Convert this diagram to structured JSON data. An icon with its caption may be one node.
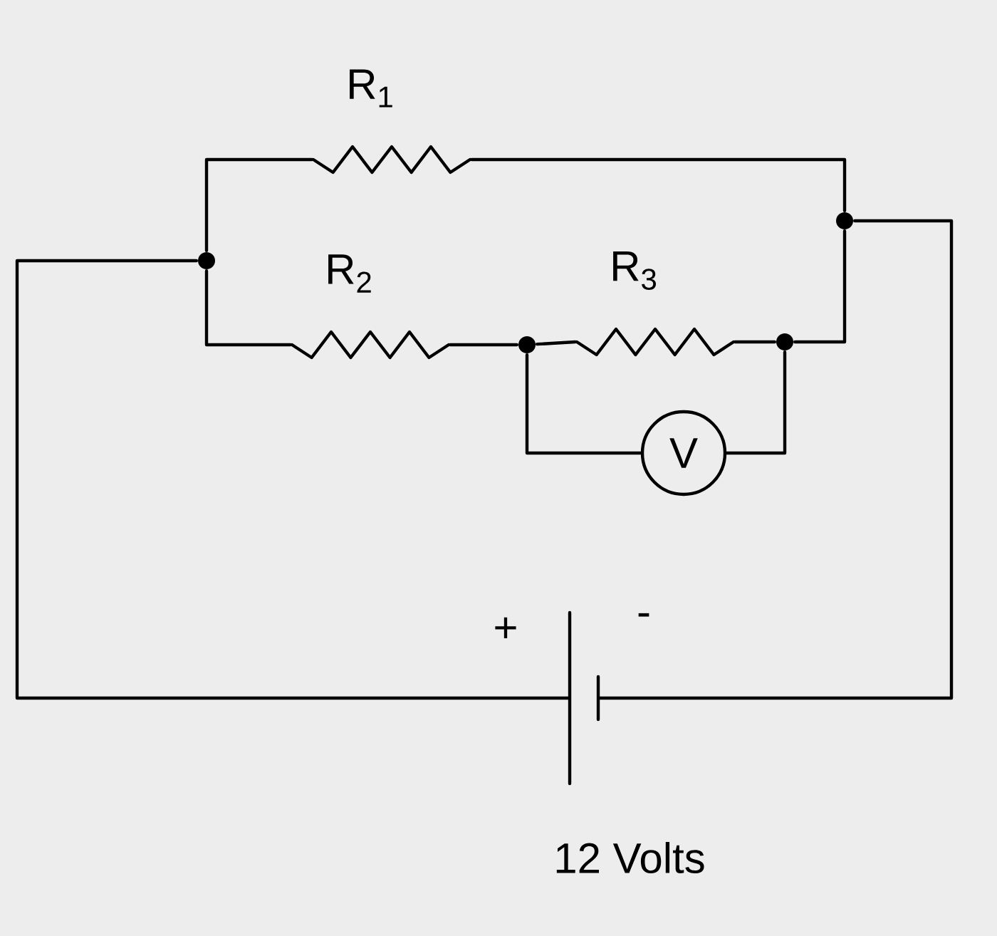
{
  "diagram": {
    "nodes": [
      {
        "text": [
          "R$_{1}$"
        ]
      },
      {
        "text": [
          "R$_{2}$"
        ]
      },
      {
        "text": [
          "R$_{3}$"
        ]
      },
      {
        "text": [
          "V"
        ]
      },
      {
        "text": [
          "+",
          "-"
        ],
        "beside": [
          "12 Volts"
        ]
      },
      {
        "text": [],
        "shape": "circle"
      },
      {
        "text": [],
        "shape": "circle"
      },
      {
        "text": [],
        "shape": "circle"
      },
      {
        "text": [],
        "shape": "circle"
      }
    ],
    "edges": [
      {
        "from": 5,
        "to": 0,
        "arrow": "none"
      },
      {
        "from": 0,
        "to": 6,
        "arrow": "none"
      },
      {
        "from": 5,
        "to": 1,
        "arrow": "none"
      },
      {
        "from": 1,
        "to": 7,
        "arrow": "none"
      },
      {
        "from": 7,
        "to": 2,
        "arrow": "none"
      },
      {
        "from": 2,
        "to": 8,
        "arrow": "none"
      },
      {
        "from": 8,
        "to": 6,
        "arrow": "none"
      },
      {
        "from": 7,
        "to": 3,
        "arrow": "none"
      },
      {
        "from": 3,
        "to": 8,
        "arrow": "none"
      },
      {
        "from": 5,
        "to": 4,
        "arrow": "none"
      },
      {
        "from": 6,
        "to": 4,
        "arrow": "none"
      }
    ]
  }
}
